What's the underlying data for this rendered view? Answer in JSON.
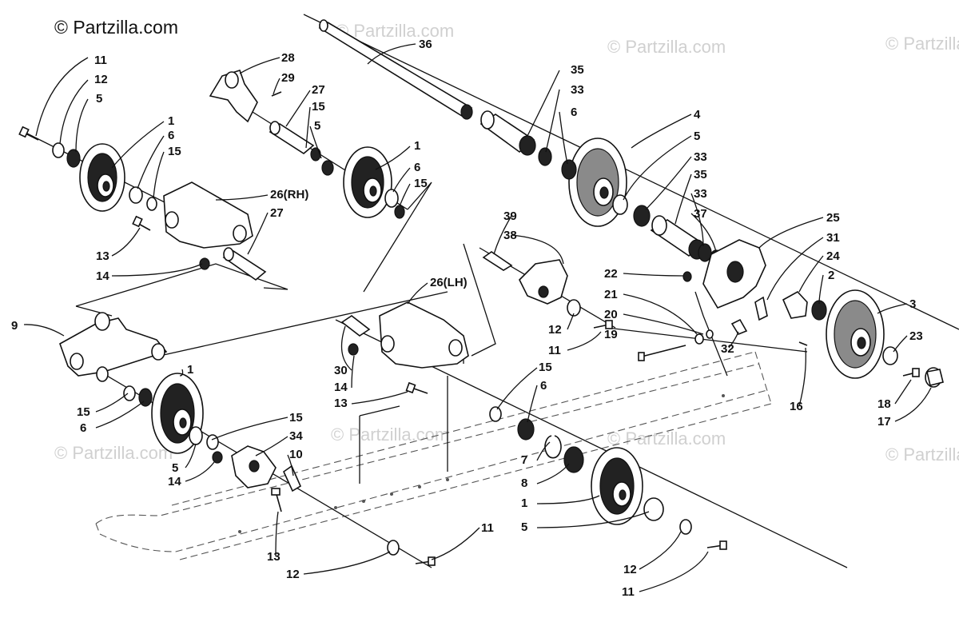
{
  "watermarks": {
    "main": "© Partzilla.com",
    "faint": "© Partzilla.com"
  },
  "callouts": [
    "11",
    "12",
    "5",
    "1",
    "6",
    "15",
    "13",
    "14",
    "9",
    "15",
    "6",
    "1",
    "5",
    "14",
    "28",
    "29",
    "27",
    "15",
    "5",
    "1",
    "6",
    "15",
    "26(RH)",
    "27",
    "26(LH)",
    "30",
    "14",
    "13",
    "15",
    "34",
    "10",
    "13",
    "12",
    "11",
    "15",
    "6",
    "7",
    "8",
    "1",
    "5",
    "12",
    "11",
    "36",
    "35",
    "33",
    "6",
    "4",
    "5",
    "33",
    "35",
    "33",
    "37",
    "39",
    "38",
    "12",
    "11",
    "25",
    "31",
    "24",
    "2",
    "22",
    "21",
    "20",
    "19",
    "32",
    "16",
    "3",
    "23",
    "18",
    "17"
  ],
  "colors": {
    "ink": "#111111",
    "watermark": "#d0d0d0",
    "background": "#ffffff"
  }
}
